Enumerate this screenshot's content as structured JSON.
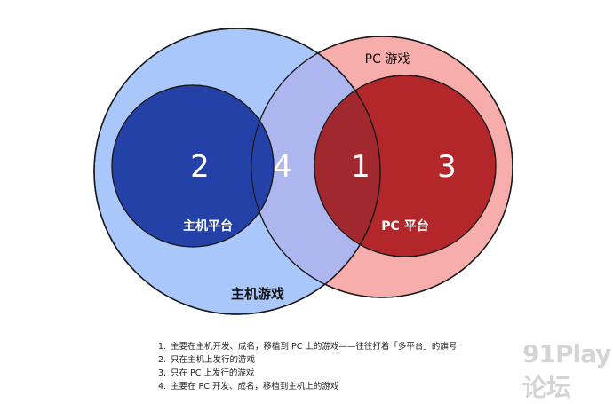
{
  "diagram": {
    "outer_console_label": "主机游戏",
    "outer_pc_label": "PC 游戏",
    "inner_console_label": "主机平台",
    "inner_pc_label": "PC 平台",
    "region_numbers": [
      "1",
      "2",
      "3",
      "4"
    ]
  },
  "legend": [
    {
      "num": "1.",
      "text": "主要在主机开发、成名，移植到 PC 上的游戏——往往打着「多平台」的旗号"
    },
    {
      "num": "2.",
      "text": "只在主机上发行的游戏"
    },
    {
      "num": "3.",
      "text": "只在 PC 上发行的游戏"
    },
    {
      "num": "4.",
      "text": "主要在 PC 开发、成名，移植到主机上的游戏"
    }
  ],
  "watermark": "91Play论坛",
  "colors": {
    "console_outer": "#aac7fb",
    "pc_outer": "#f7adab",
    "overlap": "#adb6ee",
    "console_inner": "#2441a8",
    "pc_inner": "#b3262a",
    "center_overlap": "#a2282f"
  }
}
